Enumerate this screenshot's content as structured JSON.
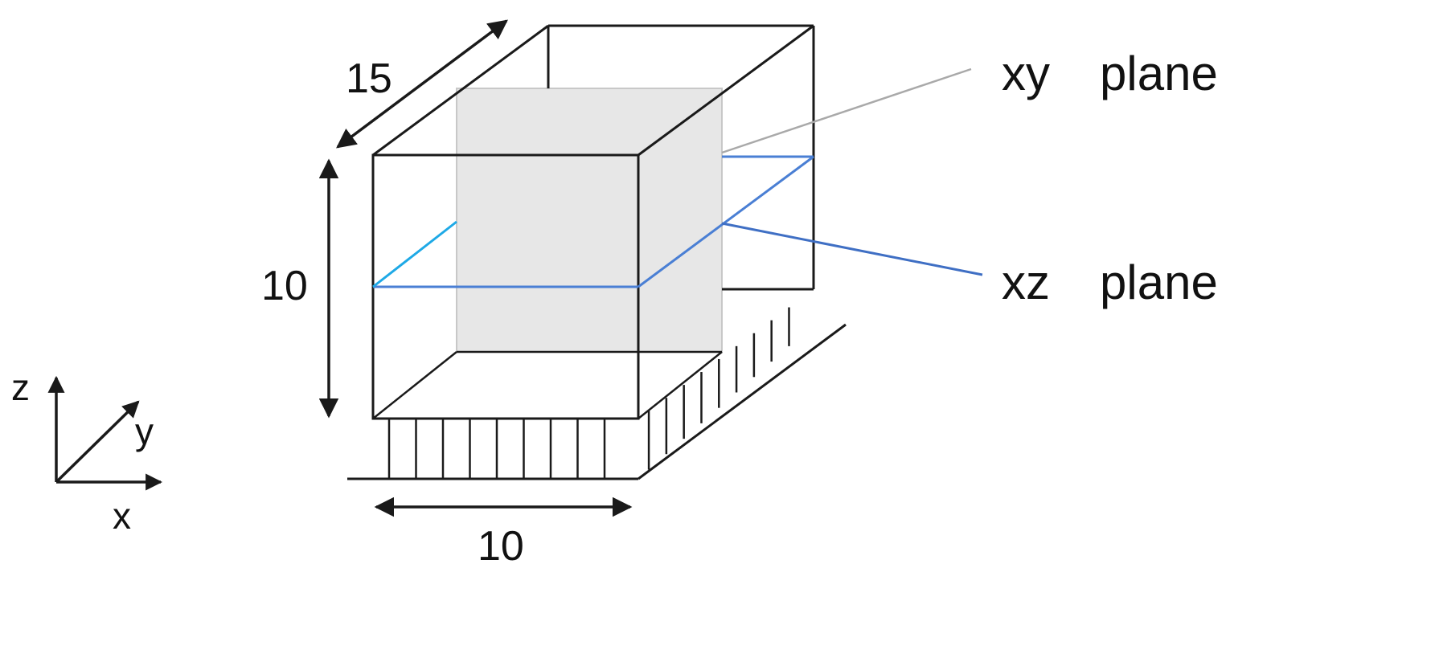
{
  "dimensions": {
    "depth": "15",
    "height": "10",
    "width": "10"
  },
  "axes": {
    "z": "z",
    "y": "y",
    "x": "x"
  },
  "planes": {
    "xy": {
      "name": "xy",
      "word": "plane"
    },
    "xz": {
      "name": "xz",
      "word": "plane"
    }
  },
  "colors": {
    "edge": "#1a1a1a",
    "xz_line": "#4a7fd4",
    "xz_line_front": "#1ea9e6",
    "xy_fill": "#e3e3e3",
    "leader_xy": "#a9a9a9",
    "leader_xz": "#3f6fc4"
  }
}
